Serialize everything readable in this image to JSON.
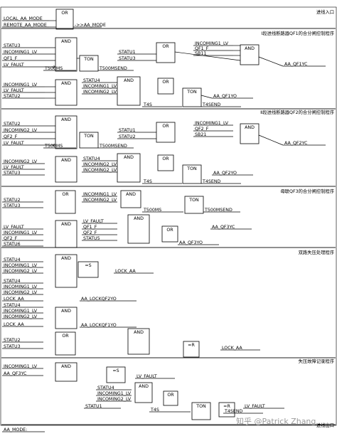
{
  "sections": [
    {
      "title": "进线入口"
    },
    {
      "title": "Ⅰ段进线断路器QF1的合分闸控制程序"
    },
    {
      "title": "Ⅱ段进线断路器QF2的合分闸控制程序"
    },
    {
      "title": "母联QF3的合分闸控制程序"
    },
    {
      "title": "双路失压处理程序"
    },
    {
      "title": "失压故障记录程序"
    },
    {
      "title": "进线出口"
    }
  ],
  "watermark": "知乎 @Patrick Zhang",
  "blocks": {
    "or": "OR",
    "and": "AND",
    "ton": "TON",
    "set": "=S",
    "reset": "=R"
  },
  "signals": {
    "local_aa_mode": "LOCAL_AA_MODE",
    "remote_aa_mode": "REMOTE_AA_MODE",
    "aa_mode_out": "->>AA_MODE",
    "statu1": "STATU1",
    "statu2": "STATU2",
    "statu3": "STATU3",
    "statu4": "STATU4",
    "statu5": "STATU5",
    "statu6": "STATU6",
    "incoming1_lv": "INCOMING1_LV",
    "incoming2_lv": "INCOMING2_LV",
    "lv_fault": "LV_FAULT",
    "qf1_f": "QF1_F",
    "qf2_f": "QF2_F",
    "sb11": "SB11",
    "sb21": "SB21",
    "t500ms": "T500MS",
    "t500msend": "T500MSEND",
    "t4s": "T4S",
    "t4send": "T4SEND",
    "aa_qf1yc": "AA_QF1YC",
    "aa_qf1yo": "AA_QF1YO",
    "aa_qf2yc": "AA_QF2YC",
    "aa_qf2yo": "AA_QF2YO",
    "aa_qf3yc": "AA_QF3YC",
    "aa_qf3yo": "AA_QF3YO",
    "lock_aa": "LOCK_AA",
    "aa_lockqf2yo": "AA_LOCKQF2YO",
    "aa_lockqf1yo": "AA_LOCKQF1YO",
    "aa_mode": "AA_MODE:"
  },
  "colors": {
    "line": "#000000",
    "divider": "#222222",
    "watermark": "#9a9a9a",
    "background": "#ffffff"
  }
}
